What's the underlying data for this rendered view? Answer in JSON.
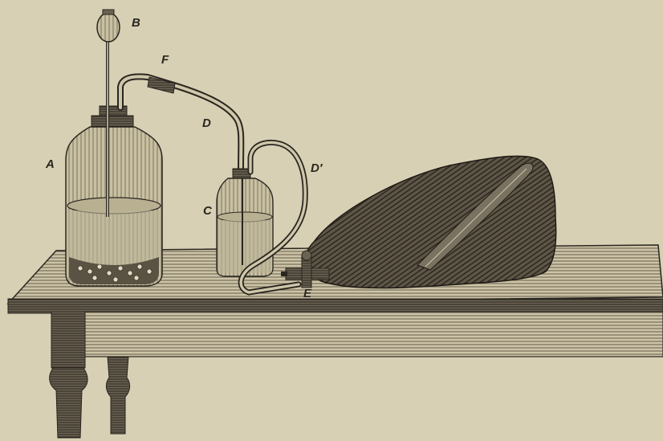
{
  "labels": {
    "a": "A",
    "b": "B",
    "c": "C",
    "d": "D",
    "d_prime": "D′",
    "e": "E",
    "f": "F"
  },
  "colors": {
    "paper": "#d8d0b4",
    "ink": "#2a2620"
  }
}
